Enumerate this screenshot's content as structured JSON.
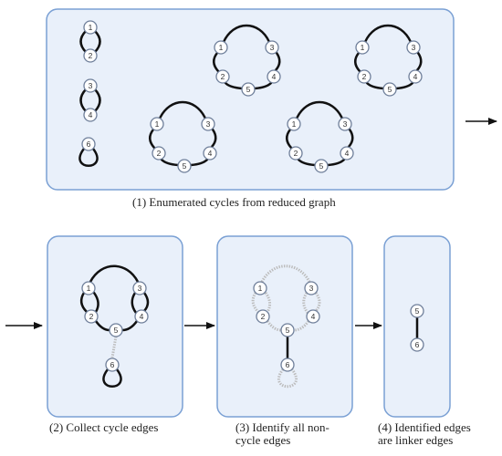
{
  "colors": {
    "panel_fill": "#e9f0fa",
    "panel_stroke": "#7aa0d4",
    "edge": "#111111",
    "removed_edge": "#bbbbbb",
    "node_stroke": "#6f7f9a",
    "node_fill": "#ffffff",
    "arrow": "#111111"
  },
  "captions": {
    "panel1": "(1) Enumerated cycles from reduced graph",
    "panel2": "(2) Collect cycle edges",
    "panel3": [
      "(3) Identify all non-",
      "cycle edges"
    ],
    "panel4": [
      "(4) Identified edges",
      "are linker edges"
    ]
  },
  "nodes": [
    "1",
    "2",
    "3",
    "4",
    "5",
    "6"
  ]
}
